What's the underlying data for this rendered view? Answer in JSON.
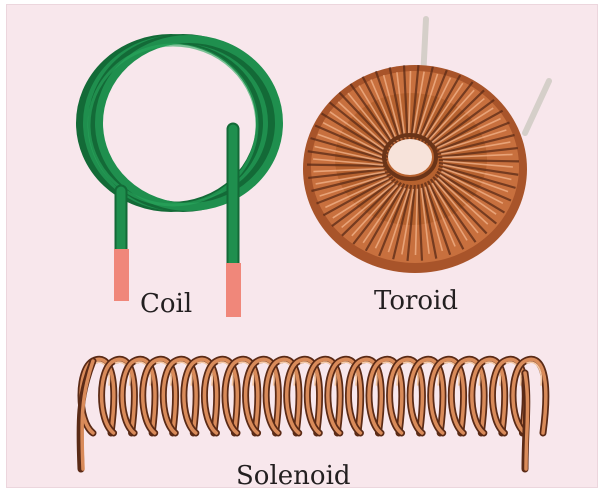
{
  "labels": {
    "coil": "Coil",
    "toroid": "Toroid",
    "solenoid": "Solenoid"
  },
  "colors": {
    "background": "#f8e7ec",
    "coil_wire": "#1f8f4e",
    "coil_wire_dark": "#136a37",
    "coil_leads": "#f0877a",
    "copper": "#c8703e",
    "copper_light": "#f0b087",
    "copper_dark": "#5a2a16",
    "text": "#231f20"
  },
  "icons": {
    "coil": "coil-inductor-icon",
    "toroid": "toroid-inductor-icon",
    "solenoid": "solenoid-inductor-icon"
  }
}
